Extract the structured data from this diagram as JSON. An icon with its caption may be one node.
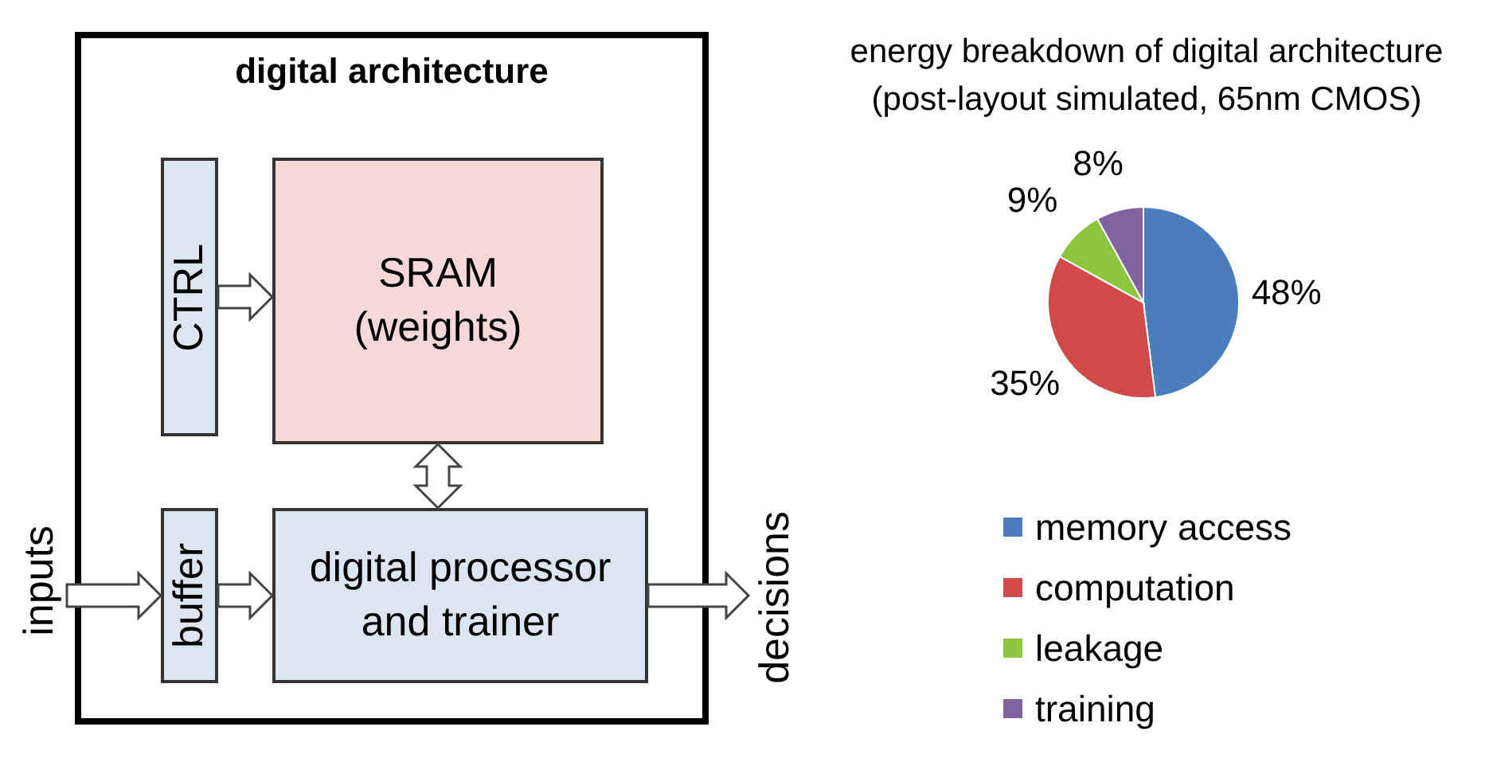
{
  "diagram": {
    "nodes": [
      {
        "text": [
          "digital architecture"
        ]
      },
      {
        "text": [
          "CTRL"
        ],
        "in": 0
      },
      {
        "text": [
          "SRAM (weights)"
        ],
        "in": 0
      },
      {
        "text": [
          "buffer"
        ],
        "in": 0
      },
      {
        "text": [
          "digital processor and trainer"
        ],
        "in": 0
      },
      {
        "text": [
          "inputs"
        ]
      },
      {
        "text": [
          "decisions"
        ]
      }
    ],
    "edges": [
      {
        "from": 1,
        "to": 2,
        "arrow": "to"
      },
      {
        "from": 2,
        "to": 4,
        "arrow": "both"
      },
      {
        "from": 5,
        "to": 3,
        "arrow": "to"
      },
      {
        "from": 3,
        "to": 4,
        "arrow": "to"
      },
      {
        "from": 4,
        "to": 6,
        "arrow": "to"
      }
    ],
    "legend": [
      {
        "text": "memory access",
        "color": "#4a7ebb"
      },
      {
        "text": "computation",
        "color": "#d04a4a"
      },
      {
        "text": "leakage",
        "color": "#8cc63f"
      },
      {
        "text": "training",
        "color": "#8064a2"
      }
    ],
    "chart_data": {
      "type": "pie",
      "title": "energy breakdown of digital architecture (post-layout simulated, 65nm CMOS)",
      "values": [
        48,
        35,
        9,
        8
      ],
      "value_labels": [
        "48%",
        "35%",
        "9%",
        "8%"
      ]
    }
  }
}
